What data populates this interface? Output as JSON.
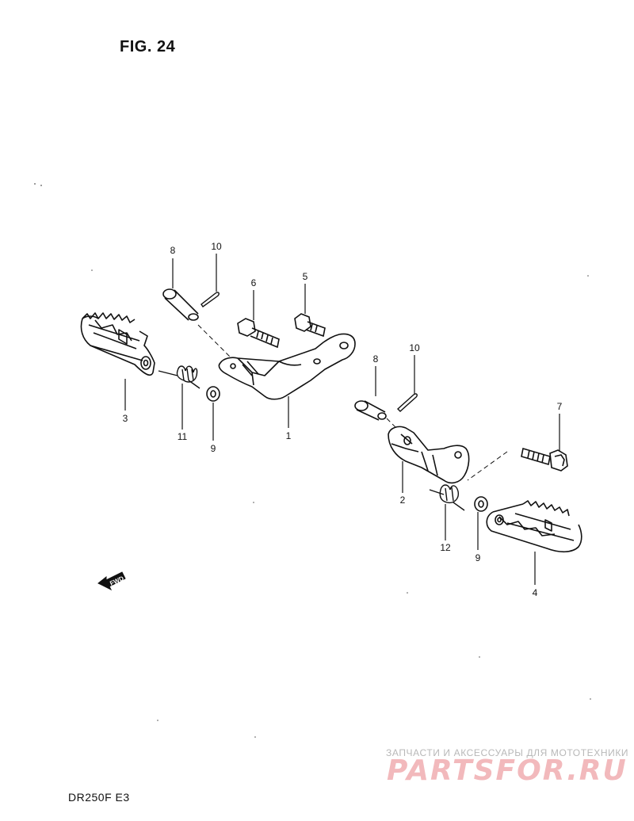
{
  "figure_title": "FIG. 24",
  "model_code": "DR250F E3",
  "watermark": {
    "tagline": "ЗАПЧАСТИ И АКСЕССУАРЫ ДЛЯ МОТОТЕХНИКИ",
    "logo": "PARTSFOR.RU"
  },
  "fwd_indicator": "FWD",
  "callouts": [
    {
      "id": "part-1",
      "label": "1"
    },
    {
      "id": "part-2",
      "label": "2"
    },
    {
      "id": "part-3",
      "label": "3"
    },
    {
      "id": "part-4",
      "label": "4"
    },
    {
      "id": "part-5",
      "label": "5"
    },
    {
      "id": "part-6",
      "label": "6"
    },
    {
      "id": "part-7",
      "label": "7"
    },
    {
      "id": "part-8-left",
      "label": "8"
    },
    {
      "id": "part-8-right",
      "label": "8"
    },
    {
      "id": "part-9-left",
      "label": "9"
    },
    {
      "id": "part-9-right",
      "label": "9"
    },
    {
      "id": "part-10-left",
      "label": "10"
    },
    {
      "id": "part-10-right",
      "label": "10"
    },
    {
      "id": "part-11",
      "label": "11"
    },
    {
      "id": "part-12",
      "label": "12"
    }
  ]
}
